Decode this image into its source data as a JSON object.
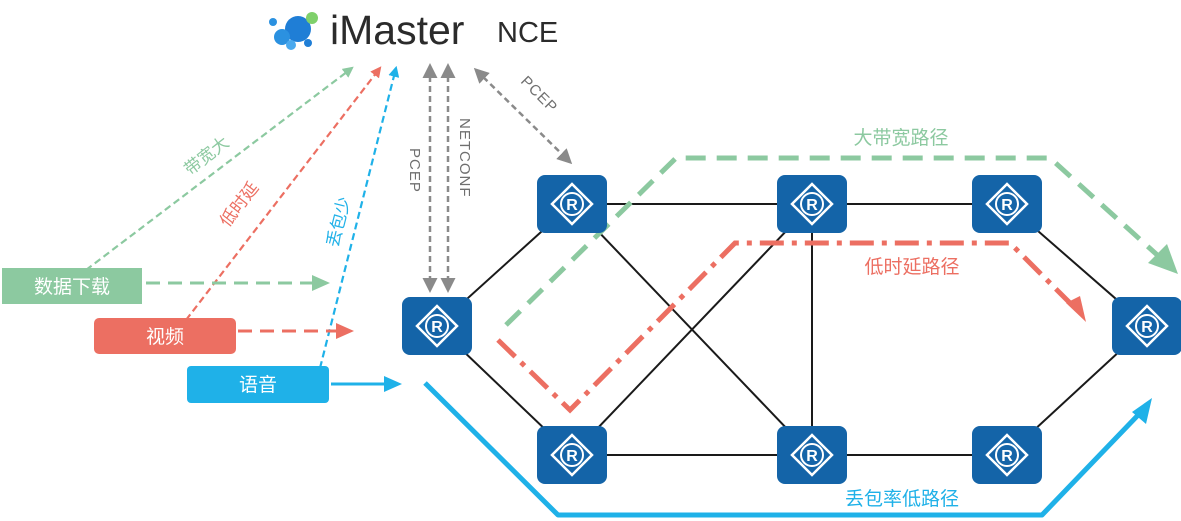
{
  "logo": {
    "brand": "iMaster",
    "product": "NCE"
  },
  "control_links": {
    "pcep_vertical": "PCEP",
    "netconf_vertical": "NETCONF",
    "pcep_diagonal": "PCEP"
  },
  "services": {
    "data_download": "数据下载",
    "video": "视频",
    "voice": "语音"
  },
  "service_requirements": {
    "bandwidth": "带宽大",
    "latency": "低时延",
    "loss": "丢包少"
  },
  "paths": {
    "high_bandwidth": "大带宽路径",
    "low_latency": "低时延路径",
    "low_loss": "丢包率低路径"
  },
  "router_glyph": "R",
  "colors": {
    "green": "#8cc9a0",
    "red": "#ec6f62",
    "blue": "#1fb1e8",
    "router": "#1464a8",
    "control_gray": "#8a8a8a",
    "logo_text": "#2b2b2b"
  }
}
